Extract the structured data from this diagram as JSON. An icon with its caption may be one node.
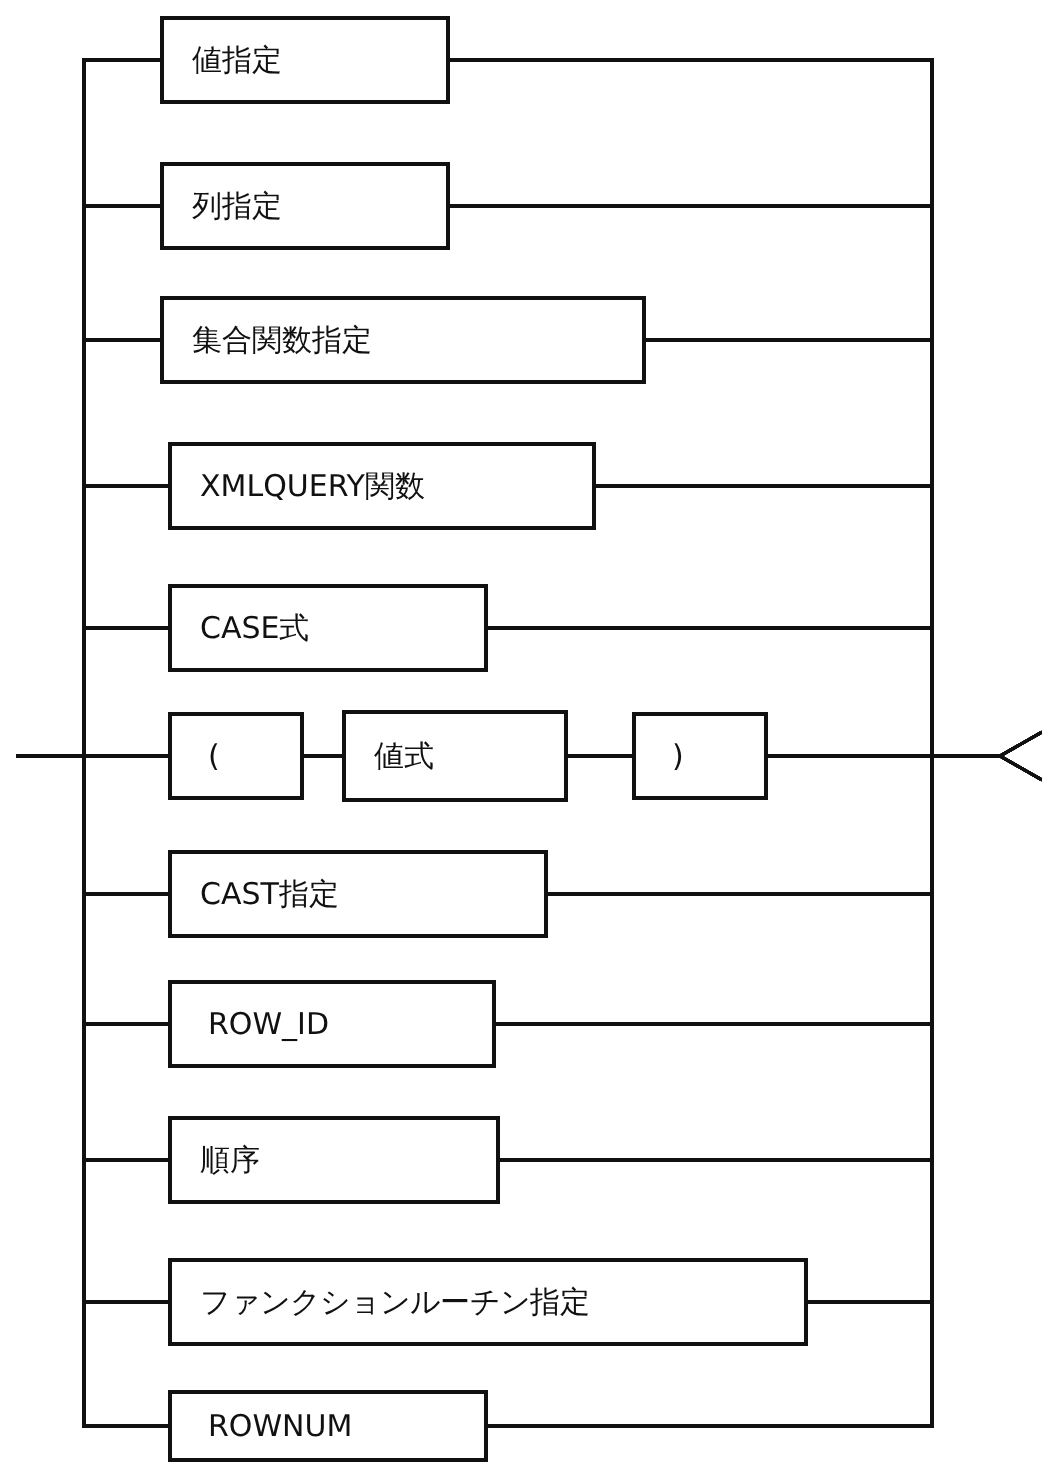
{
  "diagram": {
    "nodes": [
      {
        "text": [
          "値指定"
        ]
      },
      {
        "text": [
          "列指定"
        ]
      },
      {
        "text": [
          "集合関数指定"
        ]
      },
      {
        "text": [
          "XMLQUERY関数"
        ]
      },
      {
        "text": [
          "CASE式"
        ]
      },
      {
        "text": [
          "("
        ]
      },
      {
        "text": [
          "値式"
        ]
      },
      {
        "text": [
          ")"
        ]
      },
      {
        "text": [
          "CAST指定"
        ]
      },
      {
        "text": [
          "ROW_ID"
        ]
      },
      {
        "text": [
          "順序"
        ]
      },
      {
        "text": [
          "ファンクションルーチン指定"
        ]
      },
      {
        "text": [
          "ROWNUM"
        ]
      }
    ],
    "edges": [
      {
        "from": null,
        "to": 0,
        "arrow": "none"
      },
      {
        "from": null,
        "to": 1,
        "arrow": "none"
      },
      {
        "from": null,
        "to": 2,
        "arrow": "none"
      },
      {
        "from": null,
        "to": 3,
        "arrow": "none"
      },
      {
        "from": null,
        "to": 4,
        "arrow": "none"
      },
      {
        "from": null,
        "to": 5,
        "arrow": "none"
      },
      {
        "from": null,
        "to": 8,
        "arrow": "none"
      },
      {
        "from": null,
        "to": 9,
        "arrow": "none"
      },
      {
        "from": null,
        "to": 10,
        "arrow": "none"
      },
      {
        "from": null,
        "to": 11,
        "arrow": "none"
      },
      {
        "from": null,
        "to": 12,
        "arrow": "none"
      },
      {
        "from": 5,
        "to": 6,
        "arrow": "none"
      },
      {
        "from": 6,
        "to": 7,
        "arrow": "none"
      },
      {
        "from": 0,
        "to": null,
        "arrow": "other"
      },
      {
        "from": 1,
        "to": null,
        "arrow": "other"
      },
      {
        "from": 2,
        "to": null,
        "arrow": "other"
      },
      {
        "from": 3,
        "to": null,
        "arrow": "other"
      },
      {
        "from": 4,
        "to": null,
        "arrow": "other"
      },
      {
        "from": 7,
        "to": null,
        "arrow": "other"
      },
      {
        "from": 8,
        "to": null,
        "arrow": "other"
      },
      {
        "from": 9,
        "to": null,
        "arrow": "other"
      },
      {
        "from": 10,
        "to": null,
        "arrow": "other"
      },
      {
        "from": 11,
        "to": null,
        "arrow": "other"
      },
      {
        "from": 12,
        "to": null,
        "arrow": "other"
      }
    ]
  }
}
